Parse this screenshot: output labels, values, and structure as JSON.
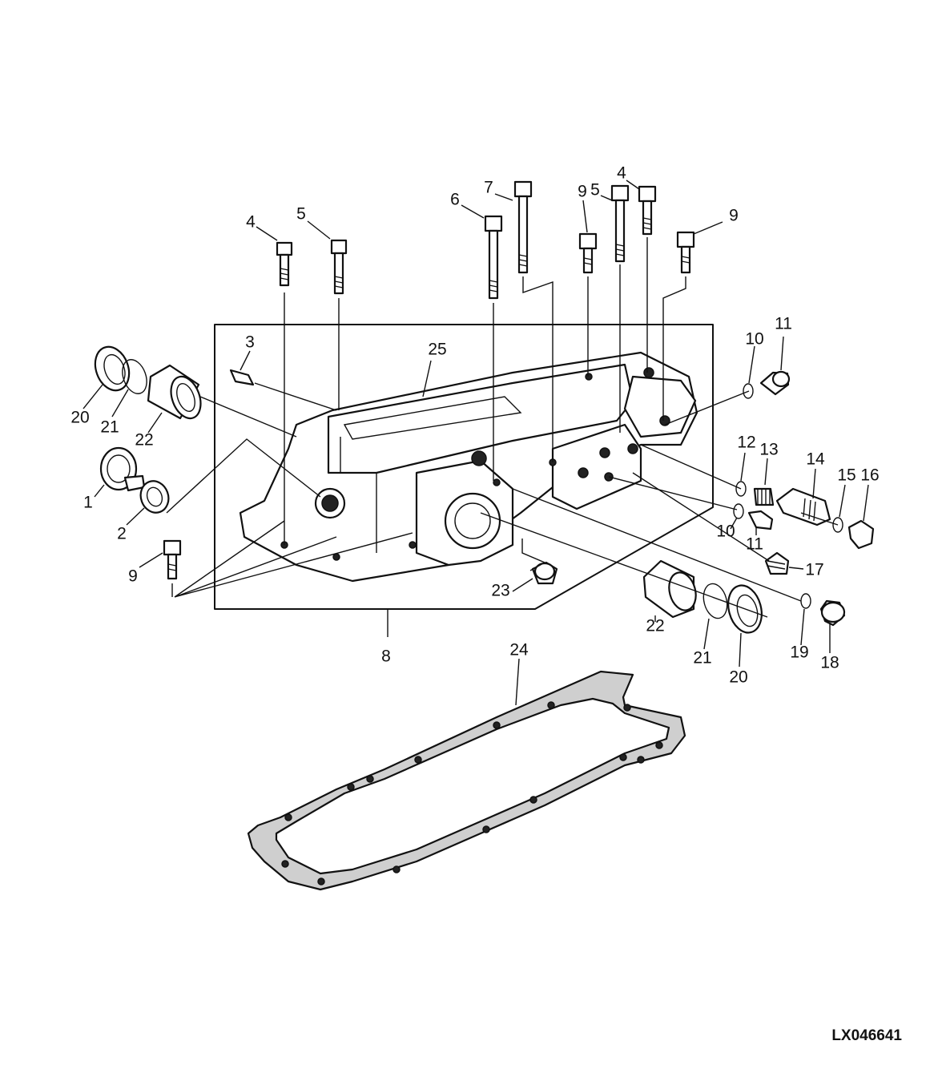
{
  "drawing_ref": "LX046641",
  "callouts": [
    {
      "id": "c4a",
      "text": "4"
    },
    {
      "id": "c5a",
      "text": "5"
    },
    {
      "id": "c6",
      "text": "6"
    },
    {
      "id": "c7",
      "text": "7"
    },
    {
      "id": "c9a",
      "text": "9"
    },
    {
      "id": "c5b",
      "text": "5"
    },
    {
      "id": "c4b",
      "text": "4"
    },
    {
      "id": "c9b",
      "text": "9"
    },
    {
      "id": "c3",
      "text": "3"
    },
    {
      "id": "c25",
      "text": "25"
    },
    {
      "id": "c10a",
      "text": "10"
    },
    {
      "id": "c11a",
      "text": "11"
    },
    {
      "id": "c20a",
      "text": "20"
    },
    {
      "id": "c21a",
      "text": "21"
    },
    {
      "id": "c22a",
      "text": "22"
    },
    {
      "id": "c1",
      "text": "1"
    },
    {
      "id": "c2",
      "text": "2"
    },
    {
      "id": "c9c",
      "text": "9"
    },
    {
      "id": "c12",
      "text": "12"
    },
    {
      "id": "c13",
      "text": "13"
    },
    {
      "id": "c14",
      "text": "14"
    },
    {
      "id": "c15",
      "text": "15"
    },
    {
      "id": "c16",
      "text": "16"
    },
    {
      "id": "c10b",
      "text": "10"
    },
    {
      "id": "c11b",
      "text": "11"
    },
    {
      "id": "c17",
      "text": "17"
    },
    {
      "id": "c23",
      "text": "23"
    },
    {
      "id": "c8",
      "text": "8"
    },
    {
      "id": "c22b",
      "text": "22"
    },
    {
      "id": "c21b",
      "text": "21"
    },
    {
      "id": "c20b",
      "text": "20"
    },
    {
      "id": "c19",
      "text": "19"
    },
    {
      "id": "c18",
      "text": "18"
    },
    {
      "id": "c24",
      "text": "24"
    }
  ]
}
